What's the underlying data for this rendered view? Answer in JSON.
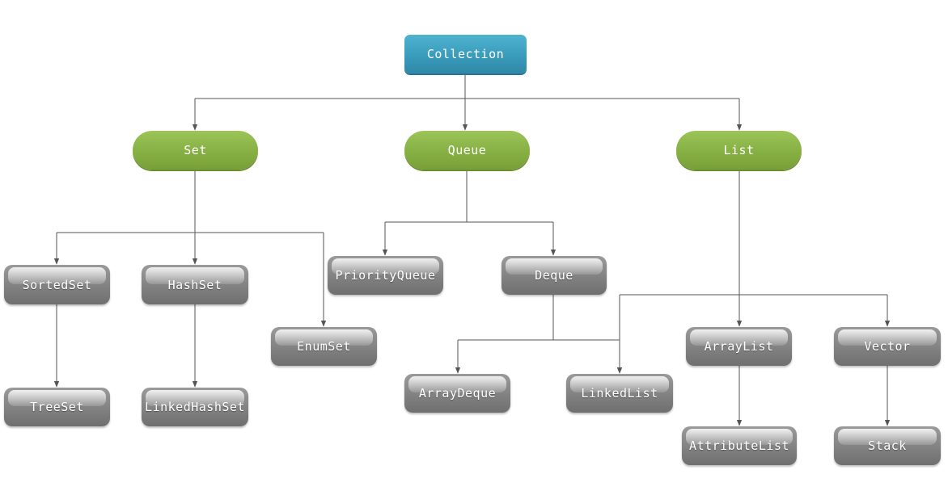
{
  "colors": {
    "root": "#3a9bbb",
    "interface": "#86b043",
    "implementation": "#7f7f7f",
    "connector": "#555555"
  },
  "nodes": {
    "collection": "Collection",
    "set": "Set",
    "queue": "Queue",
    "list": "List",
    "sortedset": "SortedSet",
    "hashset": "HashSet",
    "enumset": "EnumSet",
    "treeset": "TreeSet",
    "linkedhashset": "LinkedHashSet",
    "priorityqueue": "PriorityQueue",
    "deque": "Deque",
    "arraydeque": "ArrayDeque",
    "linkedlist": "LinkedList",
    "arraylist": "ArrayList",
    "vector": "Vector",
    "attributelist": "AttributeList",
    "stack": "Stack"
  },
  "edges": [
    [
      "collection",
      "set"
    ],
    [
      "collection",
      "queue"
    ],
    [
      "collection",
      "list"
    ],
    [
      "set",
      "sortedset"
    ],
    [
      "set",
      "hashset"
    ],
    [
      "set",
      "enumset"
    ],
    [
      "sortedset",
      "treeset"
    ],
    [
      "hashset",
      "linkedhashset"
    ],
    [
      "queue",
      "priorityqueue"
    ],
    [
      "queue",
      "deque"
    ],
    [
      "deque",
      "arraydeque"
    ],
    [
      "deque",
      "linkedlist"
    ],
    [
      "list",
      "linkedlist"
    ],
    [
      "list",
      "arraylist"
    ],
    [
      "list",
      "vector"
    ],
    [
      "arraylist",
      "attributelist"
    ],
    [
      "vector",
      "stack"
    ]
  ]
}
